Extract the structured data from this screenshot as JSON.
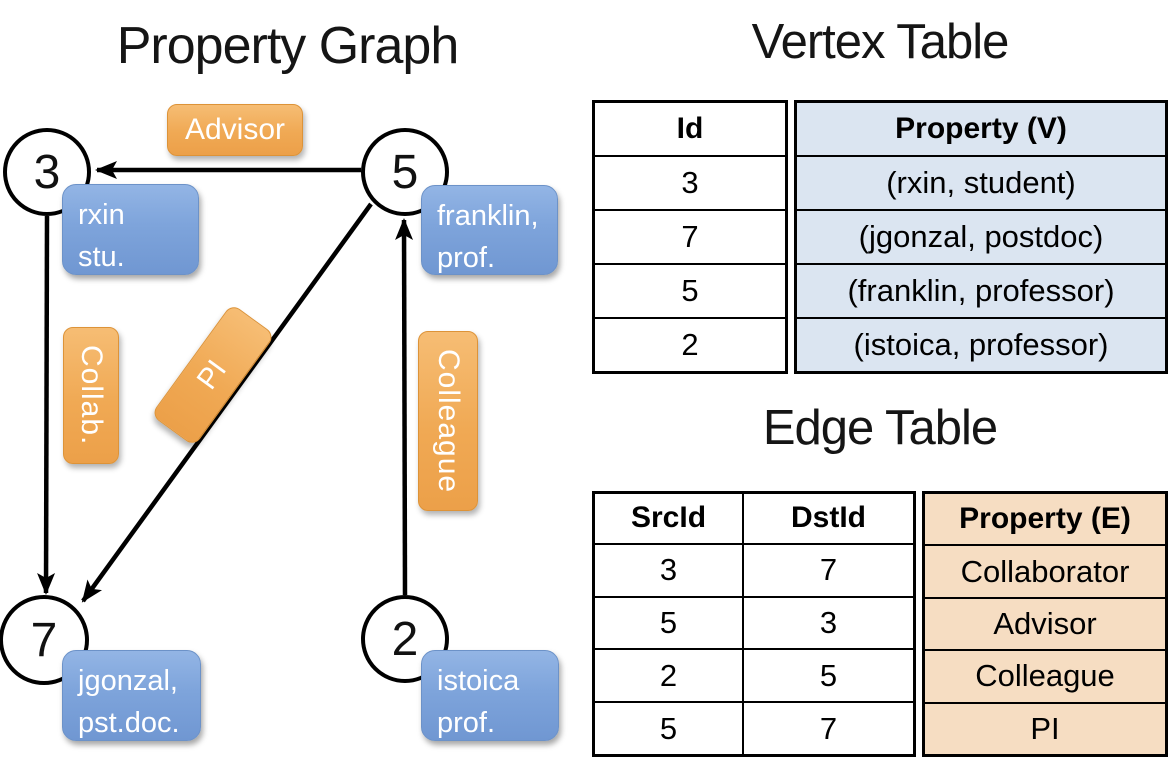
{
  "graph": {
    "title": "Property Graph",
    "nodes": [
      {
        "id": "3",
        "line1": "rxin",
        "line2": "stu."
      },
      {
        "id": "5",
        "line1": "franklin,",
        "line2": "prof."
      },
      {
        "id": "7",
        "line1": "jgonzal,",
        "line2": "pst.doc."
      },
      {
        "id": "2",
        "line1": "istoica",
        "line2": "prof."
      }
    ],
    "edges": [
      {
        "src": "5",
        "dst": "3",
        "label": "Advisor"
      },
      {
        "src": "3",
        "dst": "7",
        "label": "Collab."
      },
      {
        "src": "5",
        "dst": "7",
        "label": "PI"
      },
      {
        "src": "2",
        "dst": "5",
        "label": "Colleague"
      }
    ]
  },
  "vertex_table": {
    "title": "Vertex Table",
    "headers": {
      "id": "Id",
      "property": "Property (V)"
    },
    "rows": [
      {
        "id": "3",
        "property": "(rxin, student)"
      },
      {
        "id": "7",
        "property": "(jgonzal, postdoc)"
      },
      {
        "id": "5",
        "property": "(franklin, professor)"
      },
      {
        "id": "2",
        "property": "(istoica, professor)"
      }
    ]
  },
  "edge_table": {
    "title": "Edge Table",
    "headers": {
      "src": "SrcId",
      "dst": "DstId",
      "property": "Property (E)"
    },
    "rows": [
      {
        "src": "3",
        "dst": "7",
        "property": "Collaborator"
      },
      {
        "src": "5",
        "dst": "3",
        "property": "Advisor"
      },
      {
        "src": "2",
        "dst": "5",
        "property": "Colleague"
      },
      {
        "src": "5",
        "dst": "7",
        "property": "PI"
      }
    ]
  },
  "colors": {
    "vertex_callout_fill": "#7ea4db",
    "edge_label_fill": "#f0a954",
    "vertex_table_property_fill": "#dbe5f1",
    "edge_table_property_fill": "#f6ddc2",
    "node_fill": "#ffffff",
    "line_color": "#000000",
    "callout_text": "#ffffff"
  }
}
